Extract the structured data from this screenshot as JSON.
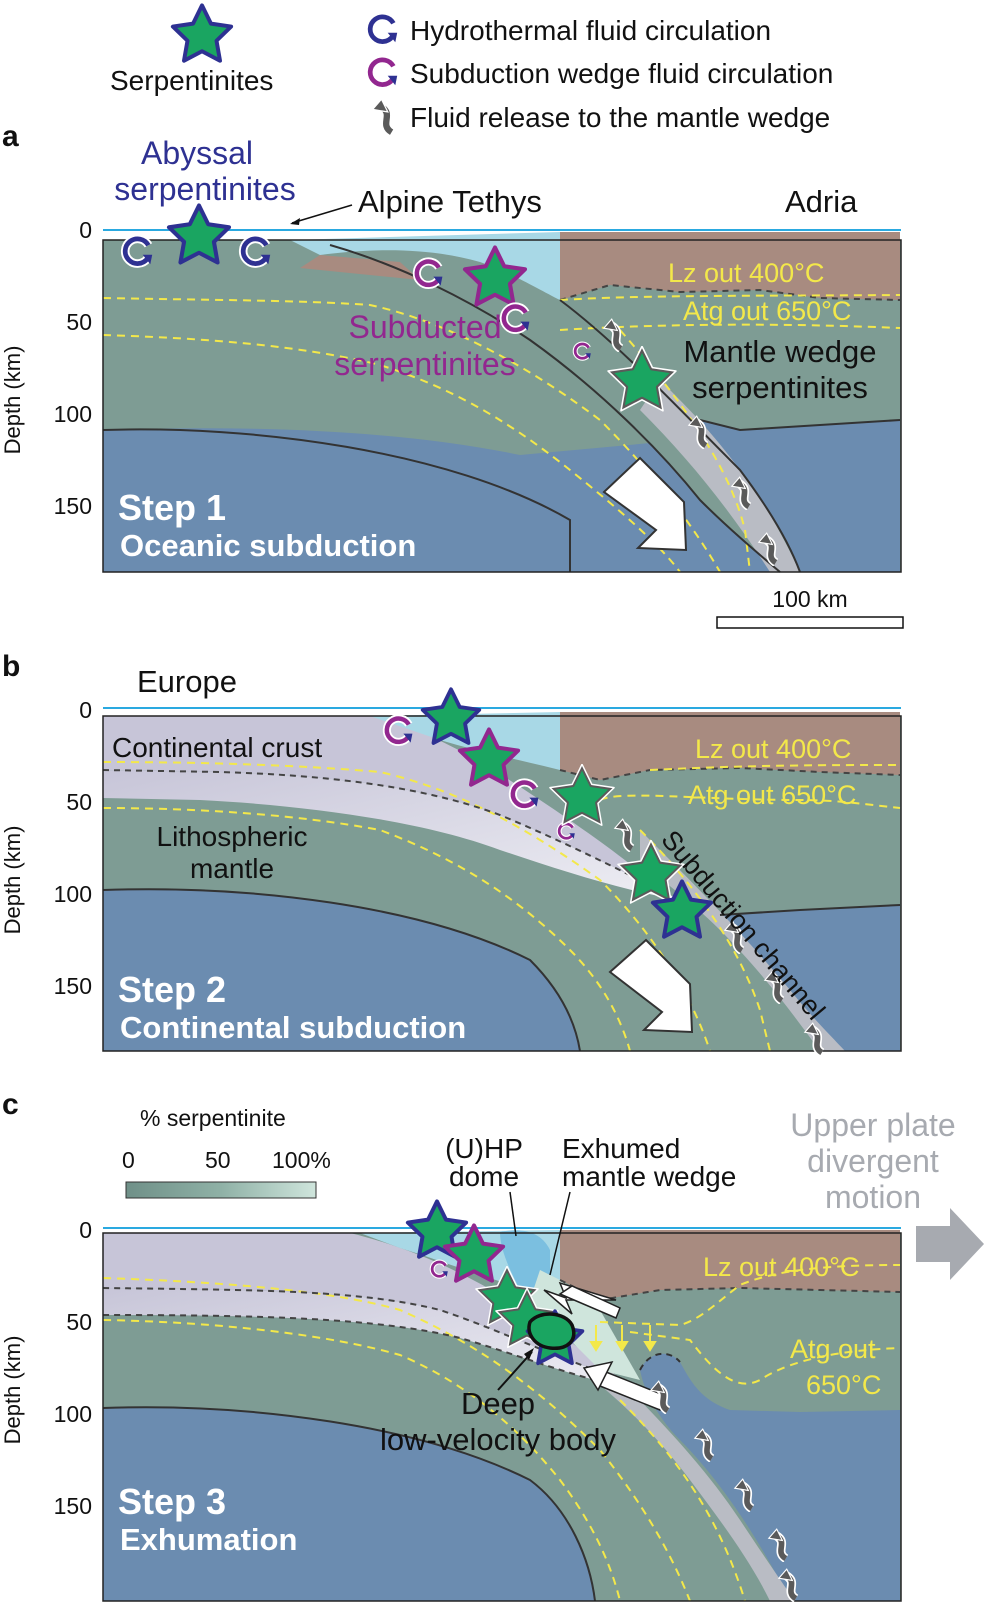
{
  "legend": {
    "serpentinites": "Serpentinites",
    "hydrothermal": "Hydrothermal fluid circulation",
    "subduction_wedge": "Subduction wedge fluid circulation",
    "fluid_release": "Fluid release to the mantle wedge"
  },
  "axis": {
    "ylabel": "Depth (km)",
    "ticks": [
      "0",
      "50",
      "100",
      "150"
    ]
  },
  "panel_a": {
    "letter": "a",
    "abyssal": [
      "Abyssal",
      "serpentinites"
    ],
    "alpine_tethys": "Alpine Tethys",
    "adria": "Adria",
    "lz": "Lz out 400°C",
    "atg": "Atg out 650°C",
    "subducted": [
      "Subducted",
      "serpentinites"
    ],
    "mantle_wedge": [
      "Mantle wedge",
      "serpentinites"
    ],
    "step": "Step 1",
    "step_sub": "Oceanic subduction",
    "scale": "100 km"
  },
  "panel_b": {
    "letter": "b",
    "europe": "Europe",
    "crust": "Continental crust",
    "lith": [
      "Lithospheric",
      "mantle"
    ],
    "lz": "Lz out 400°C",
    "atg": "Atg out 650°C",
    "channel": "Subduction channel",
    "step": "Step 2",
    "step_sub": "Continental subduction"
  },
  "panel_c": {
    "letter": "c",
    "colorbar_title": "% serpentinite",
    "colorbar_ticks": [
      "0",
      "50",
      "100%"
    ],
    "uhp": [
      "(U)HP",
      "dome"
    ],
    "exhumed": [
      "Exhumed",
      "mantle wedge"
    ],
    "upper_plate": [
      "Upper plate",
      "divergent",
      "motion"
    ],
    "lz": "Lz out 400°C",
    "atg": [
      "Atg out",
      "650°C"
    ],
    "deep": [
      "Deep",
      "low-velocity body"
    ],
    "step": "Step 3",
    "step_sub": "Exhumation"
  },
  "colors": {
    "asthenosphere": "#6b8cb0",
    "mantle": "#7e9c94",
    "ocean": "#a8d8e6",
    "adria_crust": "#a88b80",
    "euro_crust": "#c7c5d8",
    "channel": "#b9bcc4",
    "isotherm": "#f3e84a",
    "star": "#1aa561",
    "hydro": "#2e3192",
    "wedge": "#92278f"
  }
}
